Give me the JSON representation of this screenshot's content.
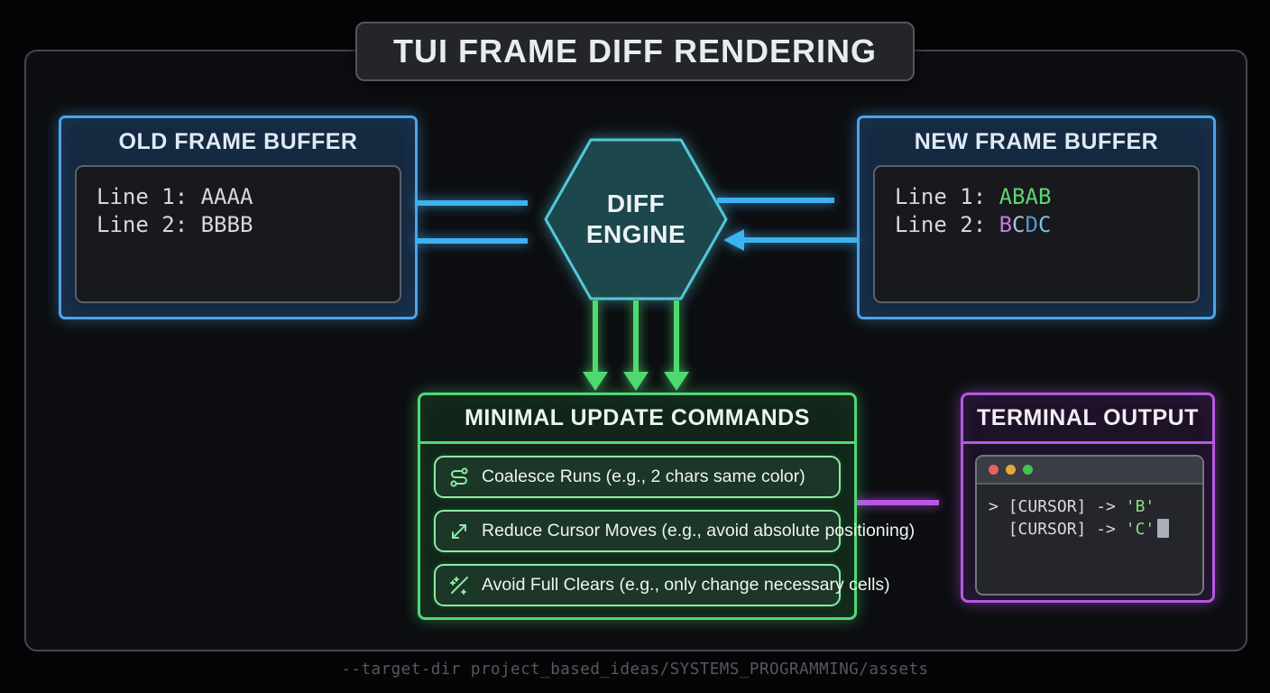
{
  "title": "TUI FRAME DIFF RENDERING",
  "old_buffer": {
    "title": "OLD FRAME BUFFER",
    "lines": [
      {
        "text": "Line 1: AAAA"
      },
      {
        "text": "Line 2: BBBB"
      }
    ]
  },
  "new_buffer": {
    "title": "NEW FRAME BUFFER",
    "lines": [
      {
        "label": "Line 1: ",
        "chars": [
          {
            "text": "ABAB",
            "color": "#5ed573"
          }
        ]
      },
      {
        "label": "Line 2: ",
        "chars": [
          {
            "text": "B",
            "color": "#c678dd"
          },
          {
            "text": "C",
            "color": "#a9c2dd"
          },
          {
            "text": "D",
            "color": "#4e9ad2"
          },
          {
            "text": "C",
            "color": "#78c2de"
          }
        ]
      }
    ]
  },
  "engine": {
    "line1": "DIFF",
    "line2": "ENGINE"
  },
  "commands": {
    "title": "MINIMAL UPDATE COMMANDS",
    "items": [
      {
        "icon": "route-icon",
        "label": "Coalesce Runs (e.g., 2 chars same color)"
      },
      {
        "icon": "move-diagonal-icon",
        "label": "Reduce Cursor Moves (e.g., avoid absolute positioning)"
      },
      {
        "icon": "wand-sparkles-icon",
        "label": "Avoid Full Clears (e.g., only change necessary cells)"
      }
    ]
  },
  "terminal": {
    "title": "TERMINAL OUTPUT",
    "dots": [
      "#e8625f",
      "#e5a93d",
      "#46c24e"
    ],
    "lines": [
      {
        "prompt": "> ",
        "command": "[CURSOR] -> ",
        "value": "'B'"
      },
      {
        "prompt": "  ",
        "command": "[CURSOR] -> ",
        "value": "'C'"
      }
    ],
    "value_color": "#8fd98a"
  },
  "footer": "--target-dir project_based_ideas/SYSTEMS_PROGRAMMING/assets",
  "colors": {
    "arrow_blue": "#3db2f2",
    "arrow_green": "#4fd96f",
    "arrow_purple": "#bb55e8",
    "hex_stroke": "#52c8d8",
    "blue_border": "#4aa4ea",
    "green_border": "#51d875",
    "purple_border": "#b558e2"
  }
}
